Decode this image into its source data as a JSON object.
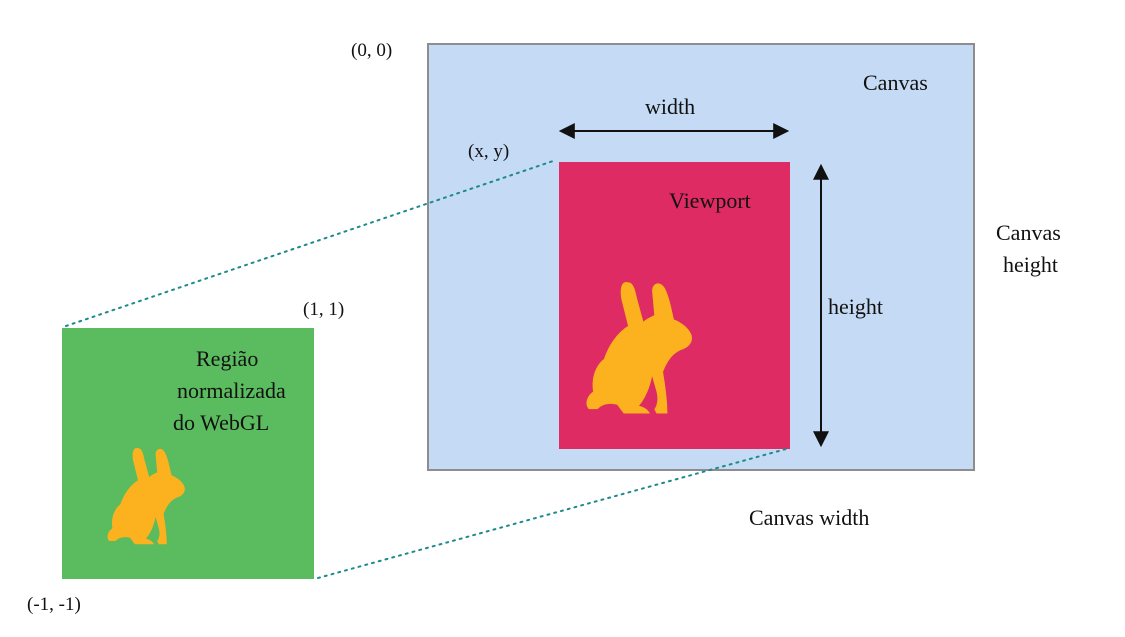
{
  "colors": {
    "canvas_fill": "#c5daf4",
    "canvas_border": "#8d8d8d",
    "viewport_fill": "#de2b63",
    "ndc_fill": "#5bbb5f",
    "bunny": "#fbb21e",
    "dotted_line": "#1e8a8a",
    "arrow": "#111111"
  },
  "labels": {
    "canvas_origin": "(0, 0)",
    "canvas_title": "Canvas",
    "width": "width",
    "height": "height",
    "viewport_origin": "(x, y)",
    "viewport_title": "Viewport",
    "canvas_height_line1": "Canvas",
    "canvas_height_line2": "height",
    "canvas_width": "Canvas width",
    "ndc_top_right": "(1, 1)",
    "ndc_bottom_left": "(-1, -1)",
    "ndc_title_line1": "Região",
    "ndc_title_line2": "normalizada",
    "ndc_title_line3": "do WebGL"
  },
  "icons": {
    "viewport_icon": "rabbit-icon",
    "ndc_icon": "rabbit-icon"
  }
}
